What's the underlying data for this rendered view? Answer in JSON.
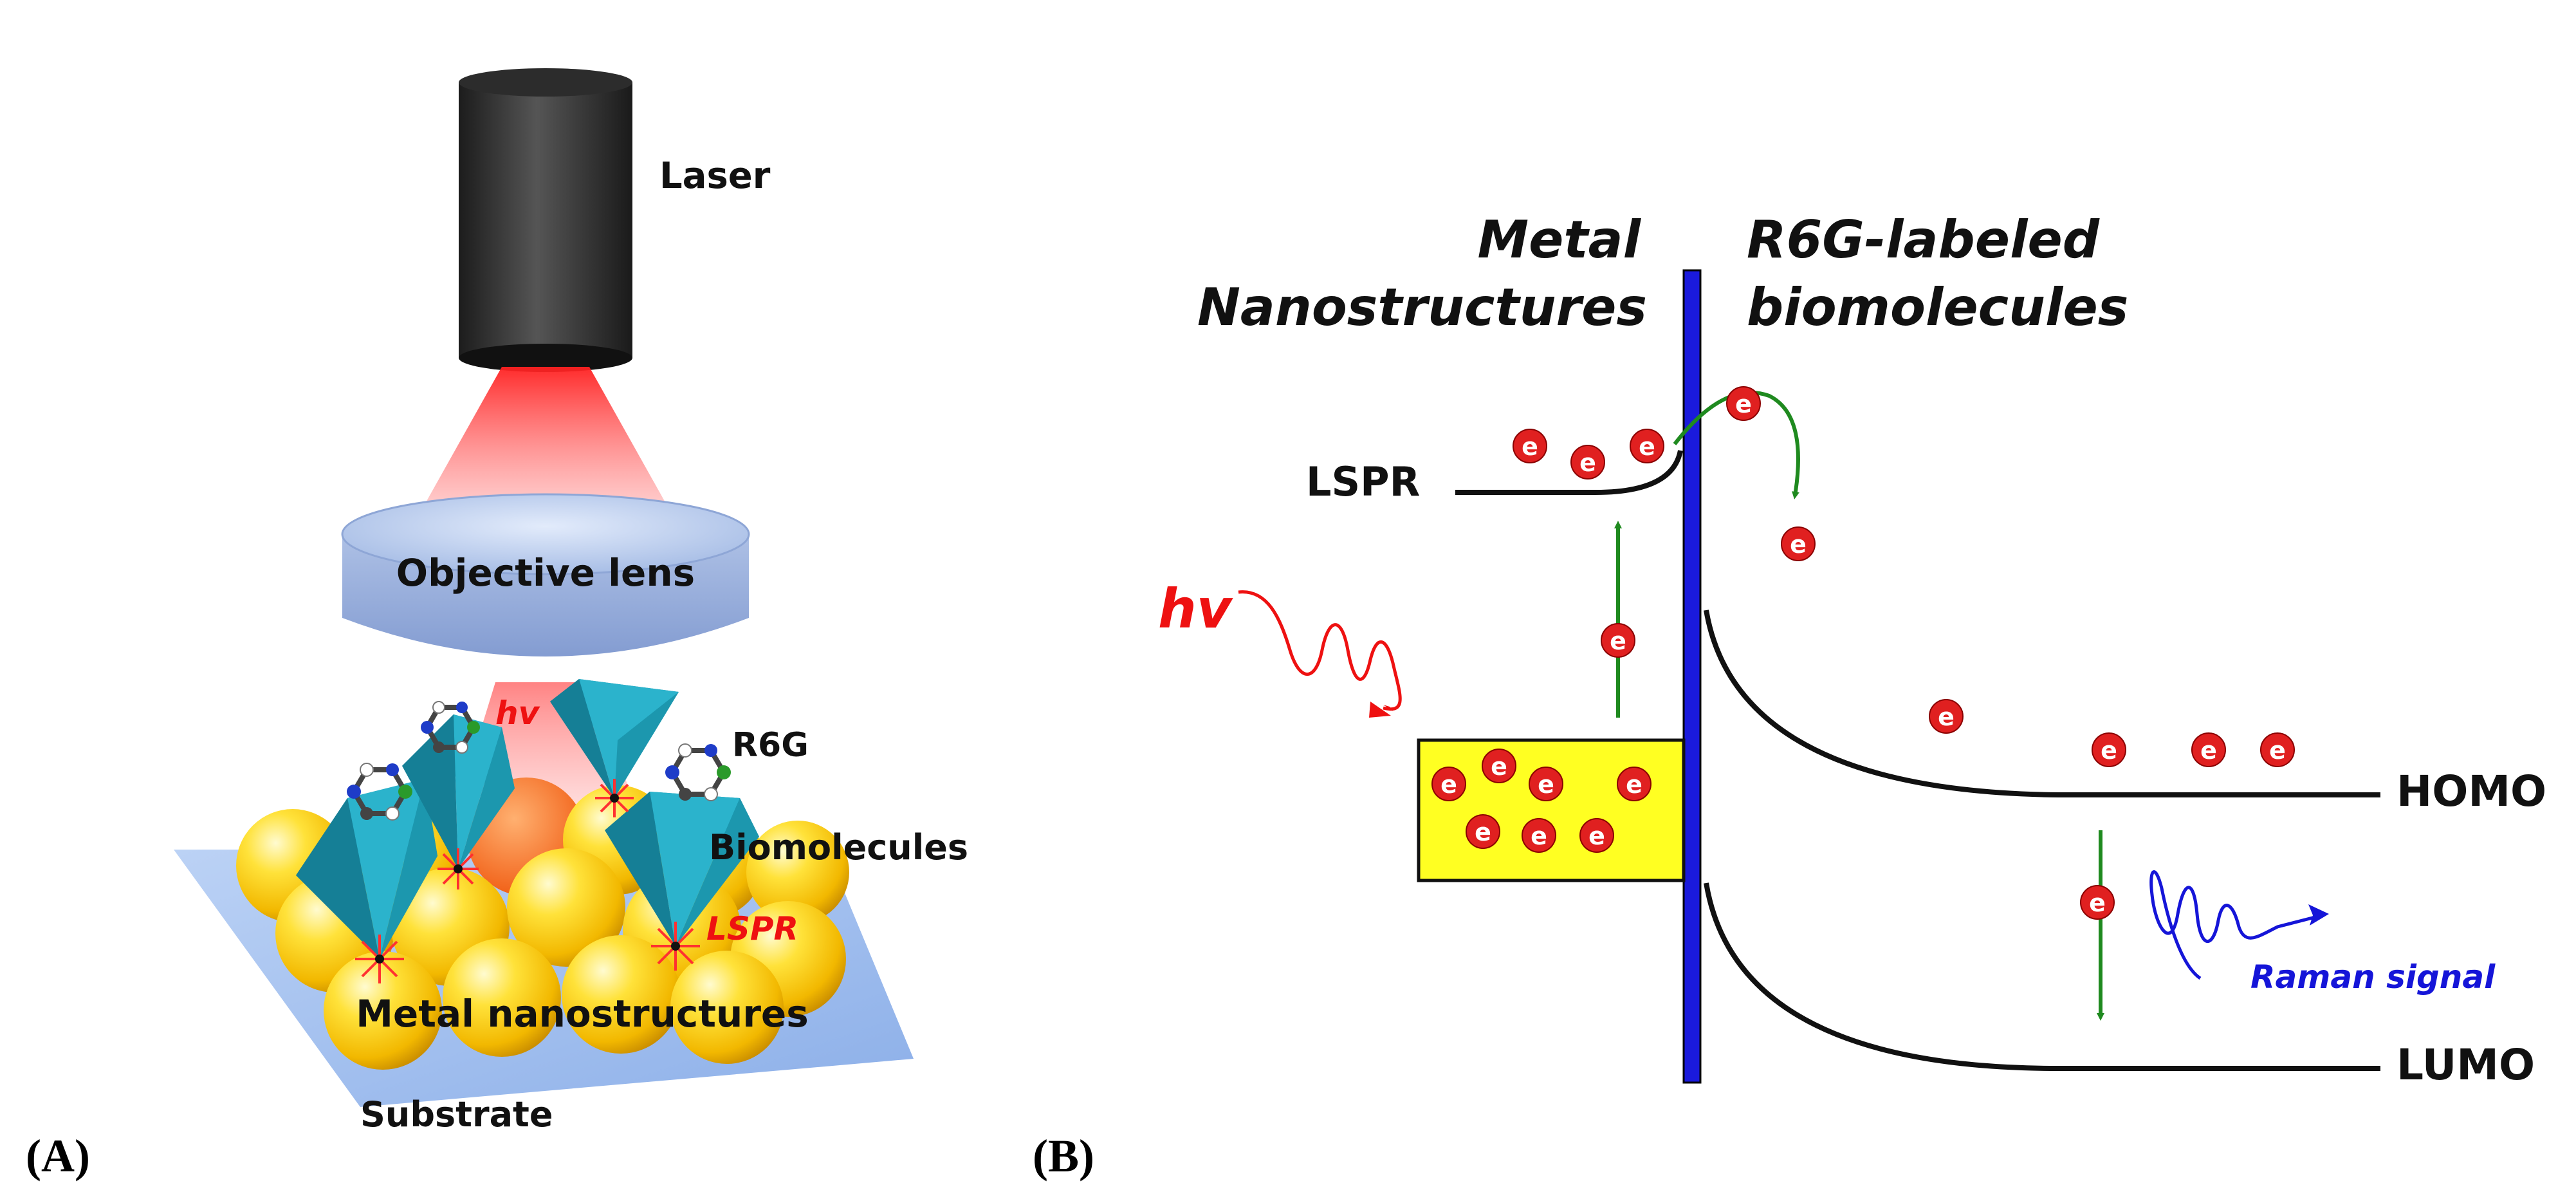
{
  "panel_a": {
    "panel_label": "(A)",
    "laser_label": "Laser",
    "lens_label": "Objective lens",
    "photon_label": "hv",
    "dye_label": "R6G",
    "biomolecule_label": "Biomolecules",
    "plasmon_label": "LSPR",
    "nanostructure_label": "Metal nanostructures",
    "substrate_label": "Substrate"
  },
  "panel_b": {
    "panel_label": "(B)",
    "metal_header_line1": "Metal",
    "metal_header_line2": "Nanostructures",
    "dye_header_line1": "R6G-labeled",
    "dye_header_line2": "biomolecules",
    "lspr_level_label": "LSPR",
    "homo_label": "HOMO",
    "lumo_label": "LUMO",
    "photon_label": "hv",
    "raman_label": "Raman signal",
    "electron_symbol": "e"
  },
  "colors": {
    "interface": "#1a1adc",
    "transfer_arrow": "#1f8a1f",
    "electron": "#e02020",
    "photon": "#ee1111",
    "raman": "#1515d8",
    "metal_box": "#ffff22",
    "sphere": "#ffd21a",
    "pyramid": "#1e9fb8",
    "laser": "#333333"
  }
}
